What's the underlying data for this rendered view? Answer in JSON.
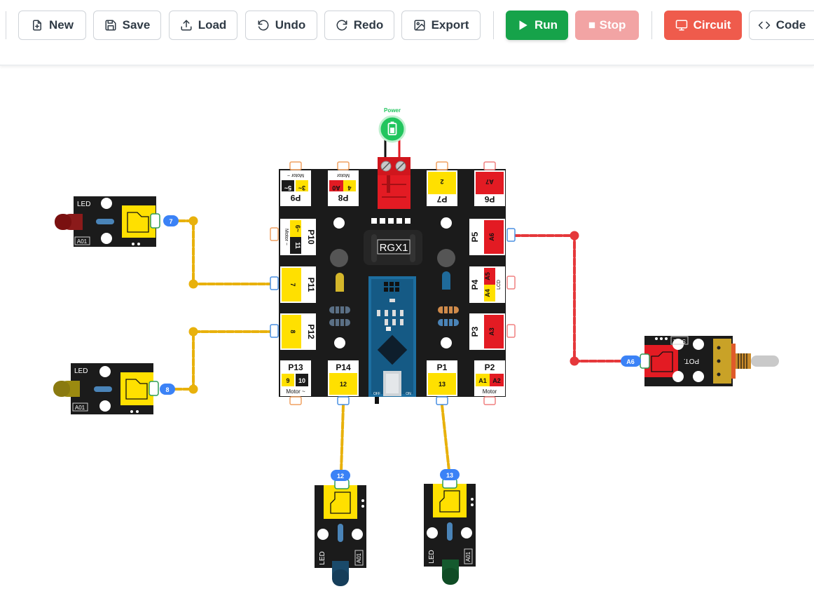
{
  "toolbar": {
    "new_label": "New",
    "save_label": "Save",
    "load_label": "Load",
    "undo_label": "Undo",
    "redo_label": "Redo",
    "export_label": "Export",
    "run_label": "Run",
    "stop_label": "Stop",
    "circuit_label": "Circuit",
    "code_label": "Code"
  },
  "colors": {
    "run": "#16a34a",
    "stop": "#f2a4a4",
    "circuit": "#ef5b4c",
    "wire_yellow": "#e8b10c",
    "wire_red": "#e5383b",
    "port_yellow": "#ffe000",
    "port_red": "#e31b23",
    "board": "#1b1b1b",
    "pin_badge": "#3b82f6"
  },
  "board": {
    "name": "RGX1",
    "power_label": "Power",
    "off_label": "OFF",
    "on_label": "ON",
    "ports": {
      "p9": {
        "name": "P9",
        "a": "5~",
        "b": "3~",
        "type": "Motor ~"
      },
      "p8": {
        "name": "P8",
        "a": "A0",
        "b": "4",
        "type": "Motor"
      },
      "p7": {
        "name": "P7",
        "pin": "2"
      },
      "p6": {
        "name": "P6",
        "pin": "A7"
      },
      "p10": {
        "name": "P10",
        "a": "6~",
        "b": "11",
        "type": "Motor ~"
      },
      "p11": {
        "name": "P11",
        "pin": "7"
      },
      "p12": {
        "name": "P12",
        "pin": "8"
      },
      "p13": {
        "name": "P13",
        "a": "9",
        "b": "10",
        "type": "Motor ~"
      },
      "p14": {
        "name": "P14",
        "pin": "12"
      },
      "p1": {
        "name": "P1",
        "pin": "13"
      },
      "p2": {
        "name": "P2",
        "a": "A1",
        "b": "A2",
        "type": "Motor"
      },
      "p3": {
        "name": "P3",
        "pin": "A3"
      },
      "p4": {
        "name": "P4",
        "a": "A4",
        "b": "A5",
        "type": "LCD"
      },
      "p5": {
        "name": "P5",
        "pin": "A6"
      }
    }
  },
  "modules": {
    "led_red": {
      "label": "LED",
      "code": "A01",
      "pin": "7"
    },
    "led_yellow": {
      "label": "LED",
      "code": "A01",
      "pin": "8"
    },
    "led_blue": {
      "label": "LED",
      "code": "A01",
      "pin": "12"
    },
    "led_green": {
      "label": "LED",
      "code": "A01",
      "pin": "13"
    },
    "pot": {
      "label": "POT.",
      "code": "S011",
      "pin": "A6"
    }
  }
}
